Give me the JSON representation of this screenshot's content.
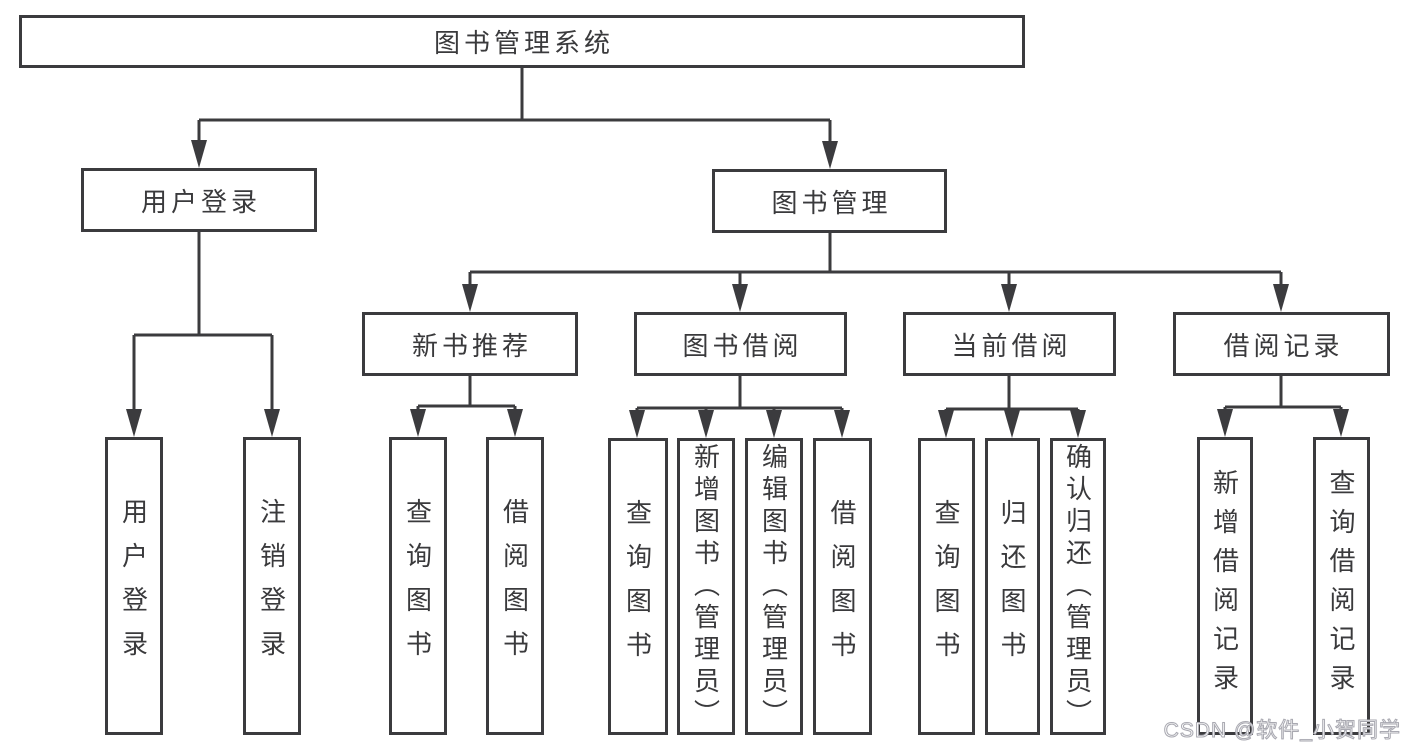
{
  "tree": {
    "label": "图书管理系统",
    "children": [
      {
        "label": "用户登录",
        "children": [
          {
            "label": "用户登录"
          },
          {
            "label": "注销登录"
          }
        ]
      },
      {
        "label": "图书管理",
        "children": [
          {
            "label": "新书推荐",
            "children": [
              {
                "label": "查询图书"
              },
              {
                "label": "借阅图书"
              }
            ]
          },
          {
            "label": "图书借阅",
            "children": [
              {
                "label": "查询图书"
              },
              {
                "label": "新增图书（管理员）"
              },
              {
                "label": "编辑图书（管理员）"
              },
              {
                "label": "借阅图书"
              }
            ]
          },
          {
            "label": "当前借阅",
            "children": [
              {
                "label": "查询图书"
              },
              {
                "label": "归还图书"
              },
              {
                "label": "确认归还（管理员）"
              }
            ]
          },
          {
            "label": "借阅记录",
            "children": [
              {
                "label": "新增借阅记录"
              },
              {
                "label": "查询借阅记录"
              }
            ]
          }
        ]
      }
    ]
  },
  "watermark": {
    "text": "CSDN @软件_小贺同学"
  },
  "colors": {
    "line": "#3b3b3e",
    "text": "#3a3a3c",
    "background": "#ffffff",
    "watermark_fill": "#ffffff",
    "watermark_stroke": "#a9a9b1"
  }
}
